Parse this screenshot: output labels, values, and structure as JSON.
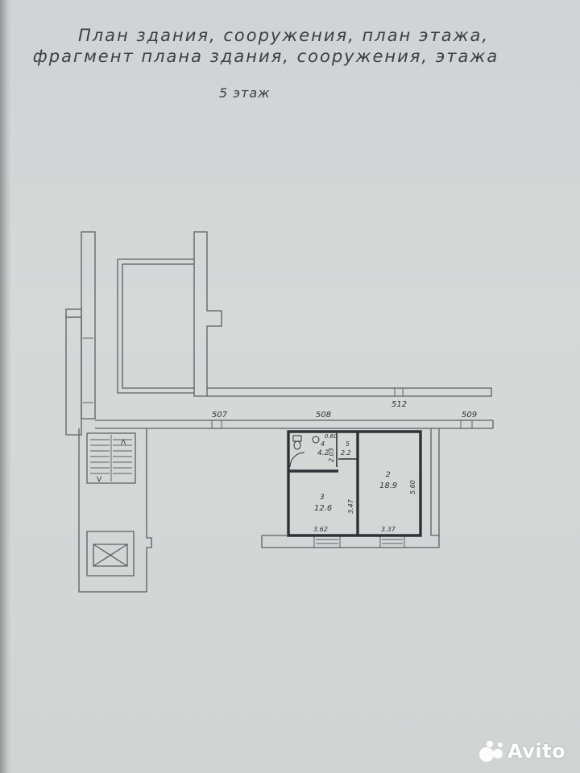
{
  "document": {
    "title_line1": "План здания, сооружения, план этажа,",
    "title_line2": "фрагмент плана  здания, сооружения, этажа",
    "floor_label": "5 этаж"
  },
  "plan": {
    "unit_numbers": [
      "507",
      "508",
      "512",
      "509"
    ],
    "rooms": [
      {
        "number": "2",
        "area": "18.9"
      },
      {
        "number": "3",
        "area": "12.6"
      },
      {
        "number": "4",
        "area": "4.2"
      },
      {
        "number": "5",
        "area": "2.2"
      }
    ],
    "dimensions": [
      "0.60",
      "2.03",
      "3.47",
      "5.60",
      "3.62",
      "3.37"
    ]
  },
  "watermark": {
    "brand": "Avito",
    "icon": "avito-dots-icon"
  }
}
